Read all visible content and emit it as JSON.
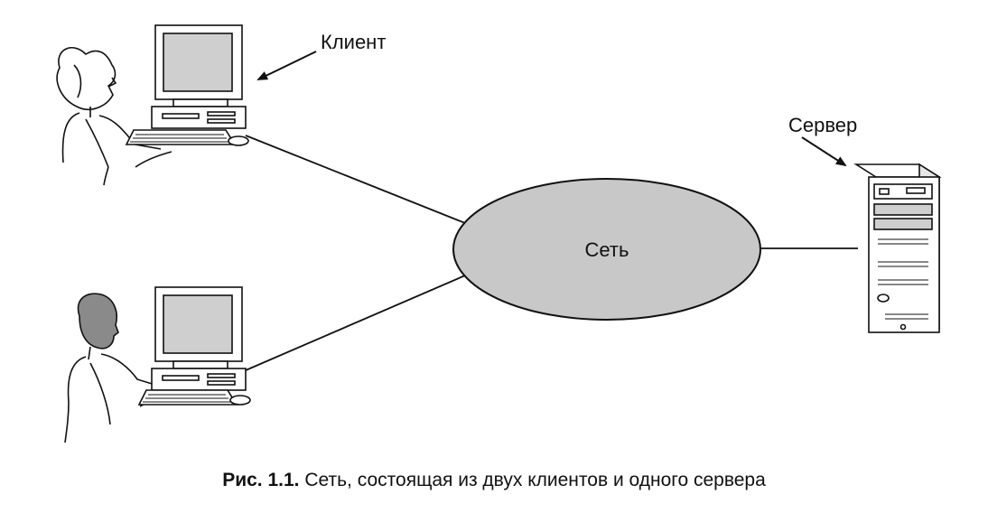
{
  "labels": {
    "client": "Клиент",
    "server": "Сервер",
    "network": "Сеть"
  },
  "caption": {
    "prefix": "Рис. 1.1.",
    "text": "Сеть, состоящая из двух клиентов и одного сервера"
  },
  "colors": {
    "network_fill": "#c8c8c8",
    "stroke": "#111111"
  }
}
